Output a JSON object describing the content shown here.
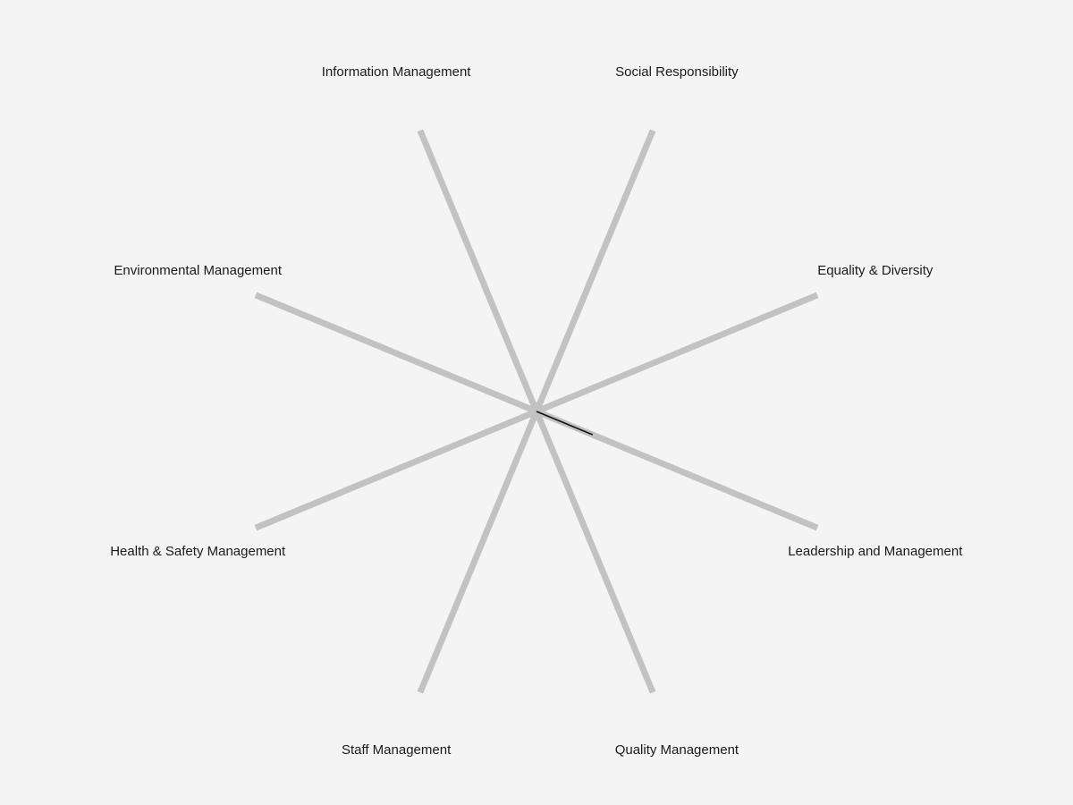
{
  "chart_data": {
    "type": "radar",
    "axes": [
      "Social Responsibility",
      "Equality & Diversity",
      "Leadership and Management",
      "Quality Management",
      "Staff Management",
      "Health & Safety Management",
      "Environmental Management",
      "Information Management"
    ],
    "series": [
      {
        "values": [
          0,
          0,
          0.2,
          0,
          0,
          0,
          0,
          0
        ]
      }
    ],
    "range": [
      0,
      1
    ],
    "grid": false,
    "legend": "none",
    "colors": {
      "background": "#f4f4f4",
      "axis": "#c2c2c2",
      "series": "#111111",
      "label": "#1a1a1a"
    }
  }
}
